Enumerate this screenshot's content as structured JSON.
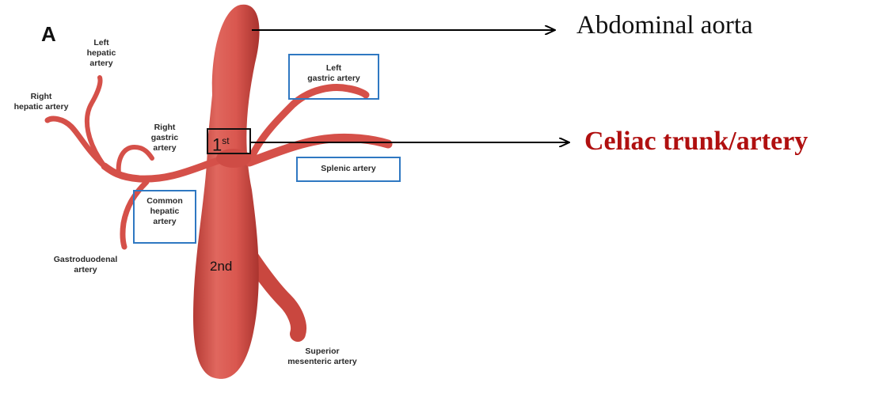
{
  "panel_letter": "A",
  "labels": {
    "left_hepatic": [
      "Left",
      "hepatic",
      "artery"
    ],
    "right_hepatic": [
      "Right",
      "hepatic artery"
    ],
    "right_gastric": [
      "Right",
      "gastric",
      "artery"
    ],
    "common_hepatic": [
      "Common",
      "hepatic",
      "artery"
    ],
    "gastroduodenal": [
      "Gastroduodenal",
      "artery"
    ],
    "left_gastric": [
      "Left",
      "gastric artery"
    ],
    "splenic": "Splenic artery",
    "superior_mesenteric": [
      "Superior",
      "mesenteric artery"
    ]
  },
  "branch_markers": {
    "first": "1",
    "first_sup": "st",
    "second": "2nd"
  },
  "callouts": {
    "aorta": "Abdominal aorta",
    "celiac": "Celiac trunk/artery"
  },
  "colors": {
    "artery": "#d9574f",
    "artery_dark": "#b83a35",
    "box": "#2f78c2",
    "celiac_text": "#b01010"
  }
}
